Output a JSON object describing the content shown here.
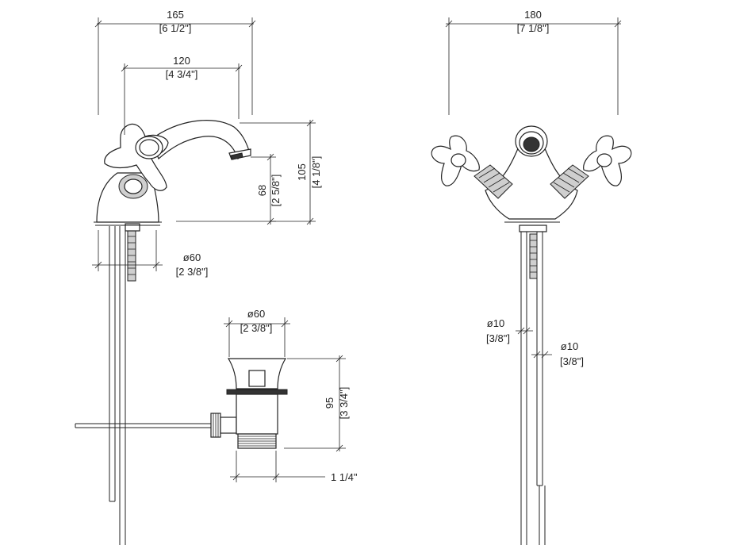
{
  "dimensions": {
    "side_width_mm": "165",
    "side_width_in": "[6 1/2\"]",
    "spout_reach_mm": "120",
    "spout_reach_in": "[4 3/4\"]",
    "spout_height_mm": "68",
    "spout_height_in": "[2 5/8\"]",
    "total_height_mm": "105",
    "total_height_in": "[4 1/8\"]",
    "base_dia_mm": "ø60",
    "base_dia_in": "[2 3/8\"]",
    "drain_dia_mm": "ø60",
    "drain_dia_in": "[2 3/8\"]",
    "drain_height_mm": "95",
    "drain_height_in": "[3 3/4\"]",
    "drain_thread": "1 1/4\"",
    "front_width_mm": "180",
    "front_width_in": "[7 1/8\"]",
    "hose_dia_left_mm": "ø10",
    "hose_dia_left_in": "[3/8\"]",
    "hose_dia_right_mm": "ø10",
    "hose_dia_right_in": "[3/8\"]"
  }
}
